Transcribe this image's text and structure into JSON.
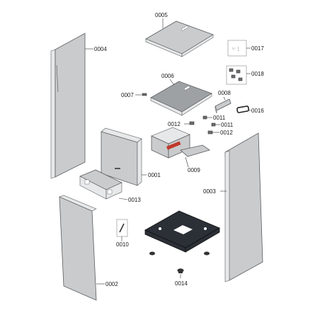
{
  "parts": [
    {
      "id": "p0001",
      "label": "0001"
    },
    {
      "id": "p0002",
      "label": "0002"
    },
    {
      "id": "p0003",
      "label": "0003"
    },
    {
      "id": "p0004",
      "label": "0004"
    },
    {
      "id": "p0005",
      "label": "0005"
    },
    {
      "id": "p0006",
      "label": "0006"
    },
    {
      "id": "p0007",
      "label": "0007"
    },
    {
      "id": "p0008",
      "label": "0008"
    },
    {
      "id": "p0009",
      "label": "0009"
    },
    {
      "id": "p0010",
      "label": "0010"
    },
    {
      "id": "p0011a",
      "label": "0011"
    },
    {
      "id": "p0011b",
      "label": "0011"
    },
    {
      "id": "p0012a",
      "label": "0012"
    },
    {
      "id": "p0012b",
      "label": "0012"
    },
    {
      "id": "p0013",
      "label": "0013"
    },
    {
      "id": "p0014",
      "label": "0014"
    },
    {
      "id": "p0016",
      "label": "0016"
    },
    {
      "id": "p0017",
      "label": "0017"
    },
    {
      "id": "p0018",
      "label": "0018"
    }
  ],
  "colors": {
    "panel": "#c9cbcd",
    "base": "#2b2f36",
    "accent": "#c0392b"
  }
}
